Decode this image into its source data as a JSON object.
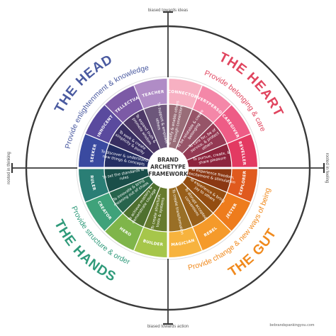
{
  "center": {
    "line1": "BRAND",
    "line2": "ARCHETYPE",
    "line3": "FRAMEWORK"
  },
  "axes": {
    "top": "biased towards ideas",
    "bottom": "biased towards action",
    "left": "rooted in thinking",
    "right": "rooted in feeling"
  },
  "quadrants": [
    {
      "id": "head",
      "title": "THE HEAD",
      "subtitle": "Provide enlightenment & knowledge",
      "color": "#4a5aa0"
    },
    {
      "id": "heart",
      "title": "THE HEART",
      "subtitle": "Provide belonging & care",
      "color": "#e0445e"
    },
    {
      "id": "hands",
      "title": "THE HANDS",
      "subtitle": "Provide structure & order",
      "color": "#2f9a7a"
    },
    {
      "id": "gut",
      "title": "THE GUT",
      "subtitle": "Provide change & new ways of being",
      "color": "#f08a1e"
    }
  ],
  "archetypes": [
    {
      "name": "CONNECTOR",
      "desc": "To unify & enable others through connection",
      "color": "#f7b0c2"
    },
    {
      "name": "EVERYPERSON",
      "desc": "To be relatable & create belonging",
      "color": "#f487a8"
    },
    {
      "name": "CAREGIVER",
      "desc": "To care for, be of service, & protect others",
      "color": "#ee5c86"
    },
    {
      "name": "REVELLER",
      "desc": "To pursue, create, & share pleasure",
      "color": "#e33a62"
    },
    {
      "name": "EXPLORER",
      "desc": "To experience freedom, excitement & stimulation",
      "color": "#e05a1e"
    },
    {
      "name": "JESTER",
      "desc": "To experience & bring joy to others",
      "color": "#ee7c1c"
    },
    {
      "name": "REBEL",
      "desc": "To disrupt accepted conventions",
      "color": "#f59a2a"
    },
    {
      "name": "MAGICIAN",
      "desc": "To create transformation",
      "color": "#f7b33e"
    },
    {
      "name": "BUILDER",
      "desc": "To create structure, tools & systems",
      "color": "#a6c64a"
    },
    {
      "name": "HERO",
      "desc": "To achieve mastery & demonstrate courage",
      "color": "#7fb54a"
    },
    {
      "name": "CREATOR",
      "desc": "To innovate & bring meaning out of chaos",
      "color": "#3fa27a"
    },
    {
      "name": "RULER",
      "desc": "To set the standards & rules",
      "color": "#2a7e75"
    },
    {
      "name": "SEEKER",
      "desc": "To discover & understand new things & concepts",
      "color": "#3a4aa0"
    },
    {
      "name": "INNOCENT",
      "desc": "To seek & create simplicity & purity",
      "color": "#5a4a9e"
    },
    {
      "name": "INTELLECTUAL",
      "desc": "To expand truth & promote wisdom",
      "color": "#7c5aa6"
    },
    {
      "name": "TEACHER",
      "desc": "To support & empower others",
      "color": "#b08cc6"
    }
  ],
  "credit": "bebrandspankingyou.com"
}
